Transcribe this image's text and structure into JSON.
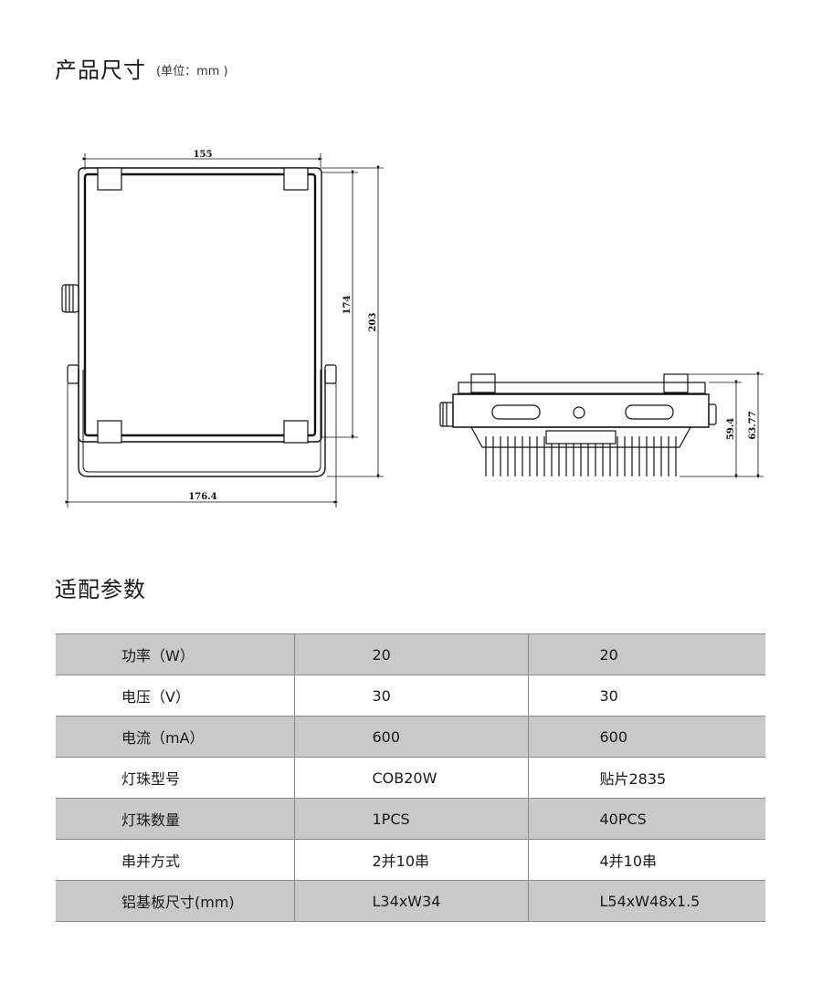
{
  "section_dimensions": {
    "title": "产品尺寸",
    "unit": "(单位：mm )"
  },
  "drawing": {
    "front_width": "155",
    "front_height_inner": "174",
    "front_height_total": "203",
    "bracket_width": "176.4",
    "side_height_body": "59.4",
    "side_height_total": "63.77"
  },
  "section_params": {
    "title": "适配参数"
  },
  "params_table": {
    "rows": [
      {
        "label": "功率（W）",
        "v1": "20",
        "v2": "20"
      },
      {
        "label": "电压（V）",
        "v1": "30",
        "v2": "30"
      },
      {
        "label": "电流（mA）",
        "v1": "600",
        "v2": "600"
      },
      {
        "label": "灯珠型号",
        "v1": "COB20W",
        "v2": "贴片2835"
      },
      {
        "label": "灯珠数量",
        "v1": "1PCS",
        "v2": "40PCS"
      },
      {
        "label": "串并方式",
        "v1": "2并10串",
        "v2": "4并10串"
      },
      {
        "label": "铝基板尺寸(mm)",
        "v1": "L34xW34",
        "v2": "L54xW48x1.5"
      }
    ]
  },
  "colors": {
    "row_shade": "#c9c9c9",
    "line": "#111111"
  }
}
